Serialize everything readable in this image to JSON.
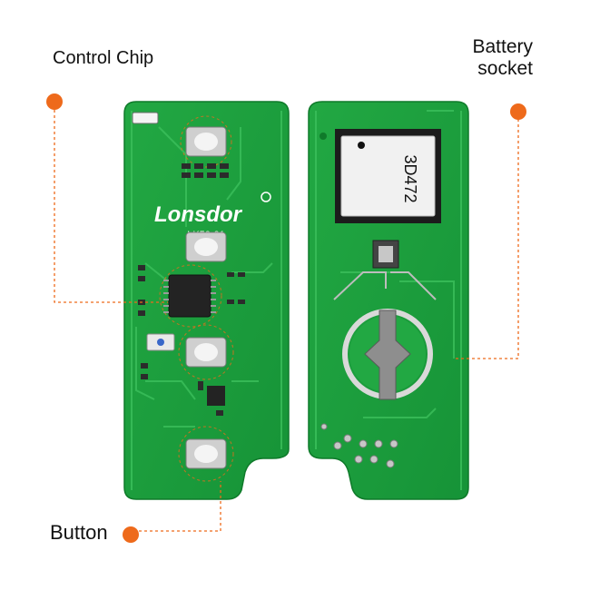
{
  "callouts": {
    "control_chip": "Control Chip",
    "battery_socket_line1": "Battery",
    "battery_socket_line2": "socket",
    "button": "Button"
  },
  "board": {
    "brand": "Lonsdor",
    "model": "LK50-01",
    "module_code": "3D472"
  },
  "colors": {
    "pcb": "#1fa23e",
    "pcb_dark": "#138a30",
    "trace": "#3cc05c",
    "leader": "#ee6a1b"
  }
}
